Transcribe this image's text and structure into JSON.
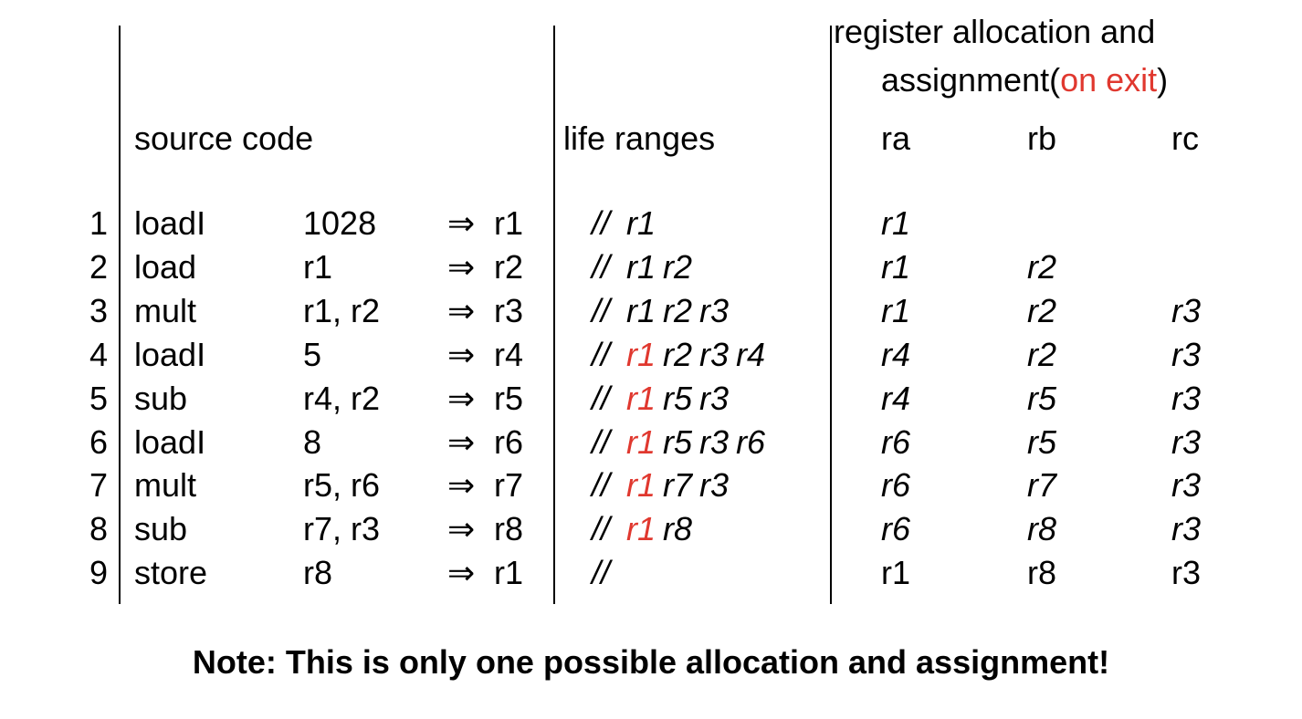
{
  "colors": {
    "accent_red": "#e0382f",
    "text": "#000000"
  },
  "headers": {
    "source_code": "source code",
    "life_ranges": "life ranges",
    "reg_title_line1": "register allocation and",
    "reg_title_line2_a": "assignment(",
    "reg_title_line2_red": "on exit",
    "reg_title_line2_b": ")",
    "ra": "ra",
    "rb": "rb",
    "rc": "rc"
  },
  "rows": [
    {
      "n": "1",
      "op": "loadI",
      "args": "1028",
      "arrow": "⇒",
      "dest": "r1",
      "life": [
        {
          "t": "//"
        },
        {
          "t": "r1"
        }
      ],
      "ra": "r1",
      "rb": "",
      "rc": "",
      "italic": true
    },
    {
      "n": "2",
      "op": "load",
      "args": "r1",
      "arrow": "⇒",
      "dest": "r2",
      "life": [
        {
          "t": "//"
        },
        {
          "t": "r1"
        },
        {
          "t": "r2"
        }
      ],
      "ra": "r1",
      "rb": "r2",
      "rc": "",
      "italic": true
    },
    {
      "n": "3",
      "op": "mult",
      "args": "r1, r2",
      "arrow": "⇒",
      "dest": "r3",
      "life": [
        {
          "t": "//"
        },
        {
          "t": "r1"
        },
        {
          "t": "r2"
        },
        {
          "t": "r3"
        }
      ],
      "ra": "r1",
      "rb": "r2",
      "rc": "r3",
      "italic": true
    },
    {
      "n": "4",
      "op": "loadI",
      "args": "5",
      "arrow": "⇒",
      "dest": "r4",
      "life": [
        {
          "t": "//"
        },
        {
          "t": "r1",
          "red": true
        },
        {
          "t": "r2"
        },
        {
          "t": "r3"
        },
        {
          "t": "r4"
        }
      ],
      "ra": "r4",
      "rb": "r2",
      "rc": "r3",
      "italic": true
    },
    {
      "n": "5",
      "op": "sub",
      "args": "r4, r2",
      "arrow": "⇒",
      "dest": "r5",
      "life": [
        {
          "t": "//"
        },
        {
          "t": "r1",
          "red": true
        },
        {
          "t": "r5"
        },
        {
          "t": "r3"
        }
      ],
      "ra": "r4",
      "rb": "r5",
      "rc": "r3",
      "italic": true
    },
    {
      "n": "6",
      "op": "loadI",
      "args": "8",
      "arrow": "⇒",
      "dest": "r6",
      "life": [
        {
          "t": "//"
        },
        {
          "t": "r1",
          "red": true
        },
        {
          "t": "r5"
        },
        {
          "t": "r3"
        },
        {
          "t": "r6"
        }
      ],
      "ra": "r6",
      "rb": "r5",
      "rc": "r3",
      "italic": true
    },
    {
      "n": "7",
      "op": "mult",
      "args": "r5, r6",
      "arrow": "⇒",
      "dest": "r7",
      "life": [
        {
          "t": "//"
        },
        {
          "t": "r1",
          "red": true
        },
        {
          "t": "r7"
        },
        {
          "t": "r3"
        }
      ],
      "ra": "r6",
      "rb": "r7",
      "rc": "r3",
      "italic": true
    },
    {
      "n": "8",
      "op": "sub",
      "args": "r7, r3",
      "arrow": "⇒",
      "dest": "r8",
      "life": [
        {
          "t": "//"
        },
        {
          "t": "r1",
          "red": true
        },
        {
          "t": "r8"
        }
      ],
      "ra": "r6",
      "rb": "r8",
      "rc": "r3",
      "italic": true
    },
    {
      "n": "9",
      "op": "store",
      "args": "r8",
      "arrow": "⇒",
      "dest": "r1",
      "life": [
        {
          "t": "//"
        }
      ],
      "ra": "r1",
      "rb": "r8",
      "rc": "r3",
      "italic": false
    }
  ],
  "note": "Note: This is only one possible allocation and assignment!"
}
